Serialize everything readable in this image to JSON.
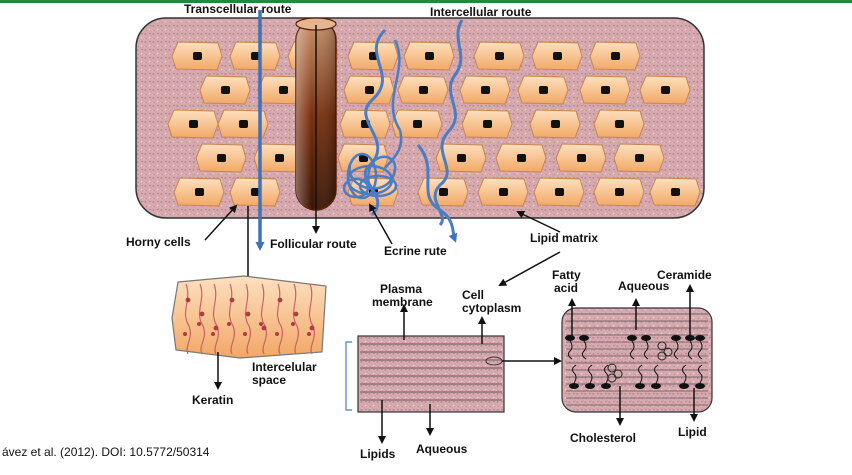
{
  "labels": {
    "transcellular_route": "Transcellular route",
    "intercellular_route": "Intercellular route",
    "horny_cells": "Horny cells",
    "follicular_route": "Follicular route",
    "ecrine_rute": "Ecrine rute",
    "lipid_matrix": "Lipid matrix",
    "keratin": "Keratin",
    "plasma_membrane_line1": "Plasma",
    "plasma_membrane_line2": "membrane",
    "cell_cytoplasm_line1": "Cell",
    "cell_cytoplasm_line2": "cytoplasm",
    "intercellular_space_line1": "Intercelular",
    "intercellular_space_line2": "space",
    "lipids": "Lipids",
    "aqueous_bottom": "Aqueous",
    "fatty_acid_line1": "Fatty",
    "fatty_acid_line2": "acid",
    "aqueous_top": "Aqueous",
    "ceramide": "Ceramide",
    "cholesterol": "Cholesterol",
    "lipid": "Lipid"
  },
  "citation": "ávez et al. (2012). DOI: 10.5772/50314",
  "colors": {
    "accent_line": "#1f8a3a",
    "tissue": "#d8aeb2",
    "cell_fill": "#f6b87c",
    "route_blue": "#3f72b8",
    "follicle": "#8c3a12"
  }
}
